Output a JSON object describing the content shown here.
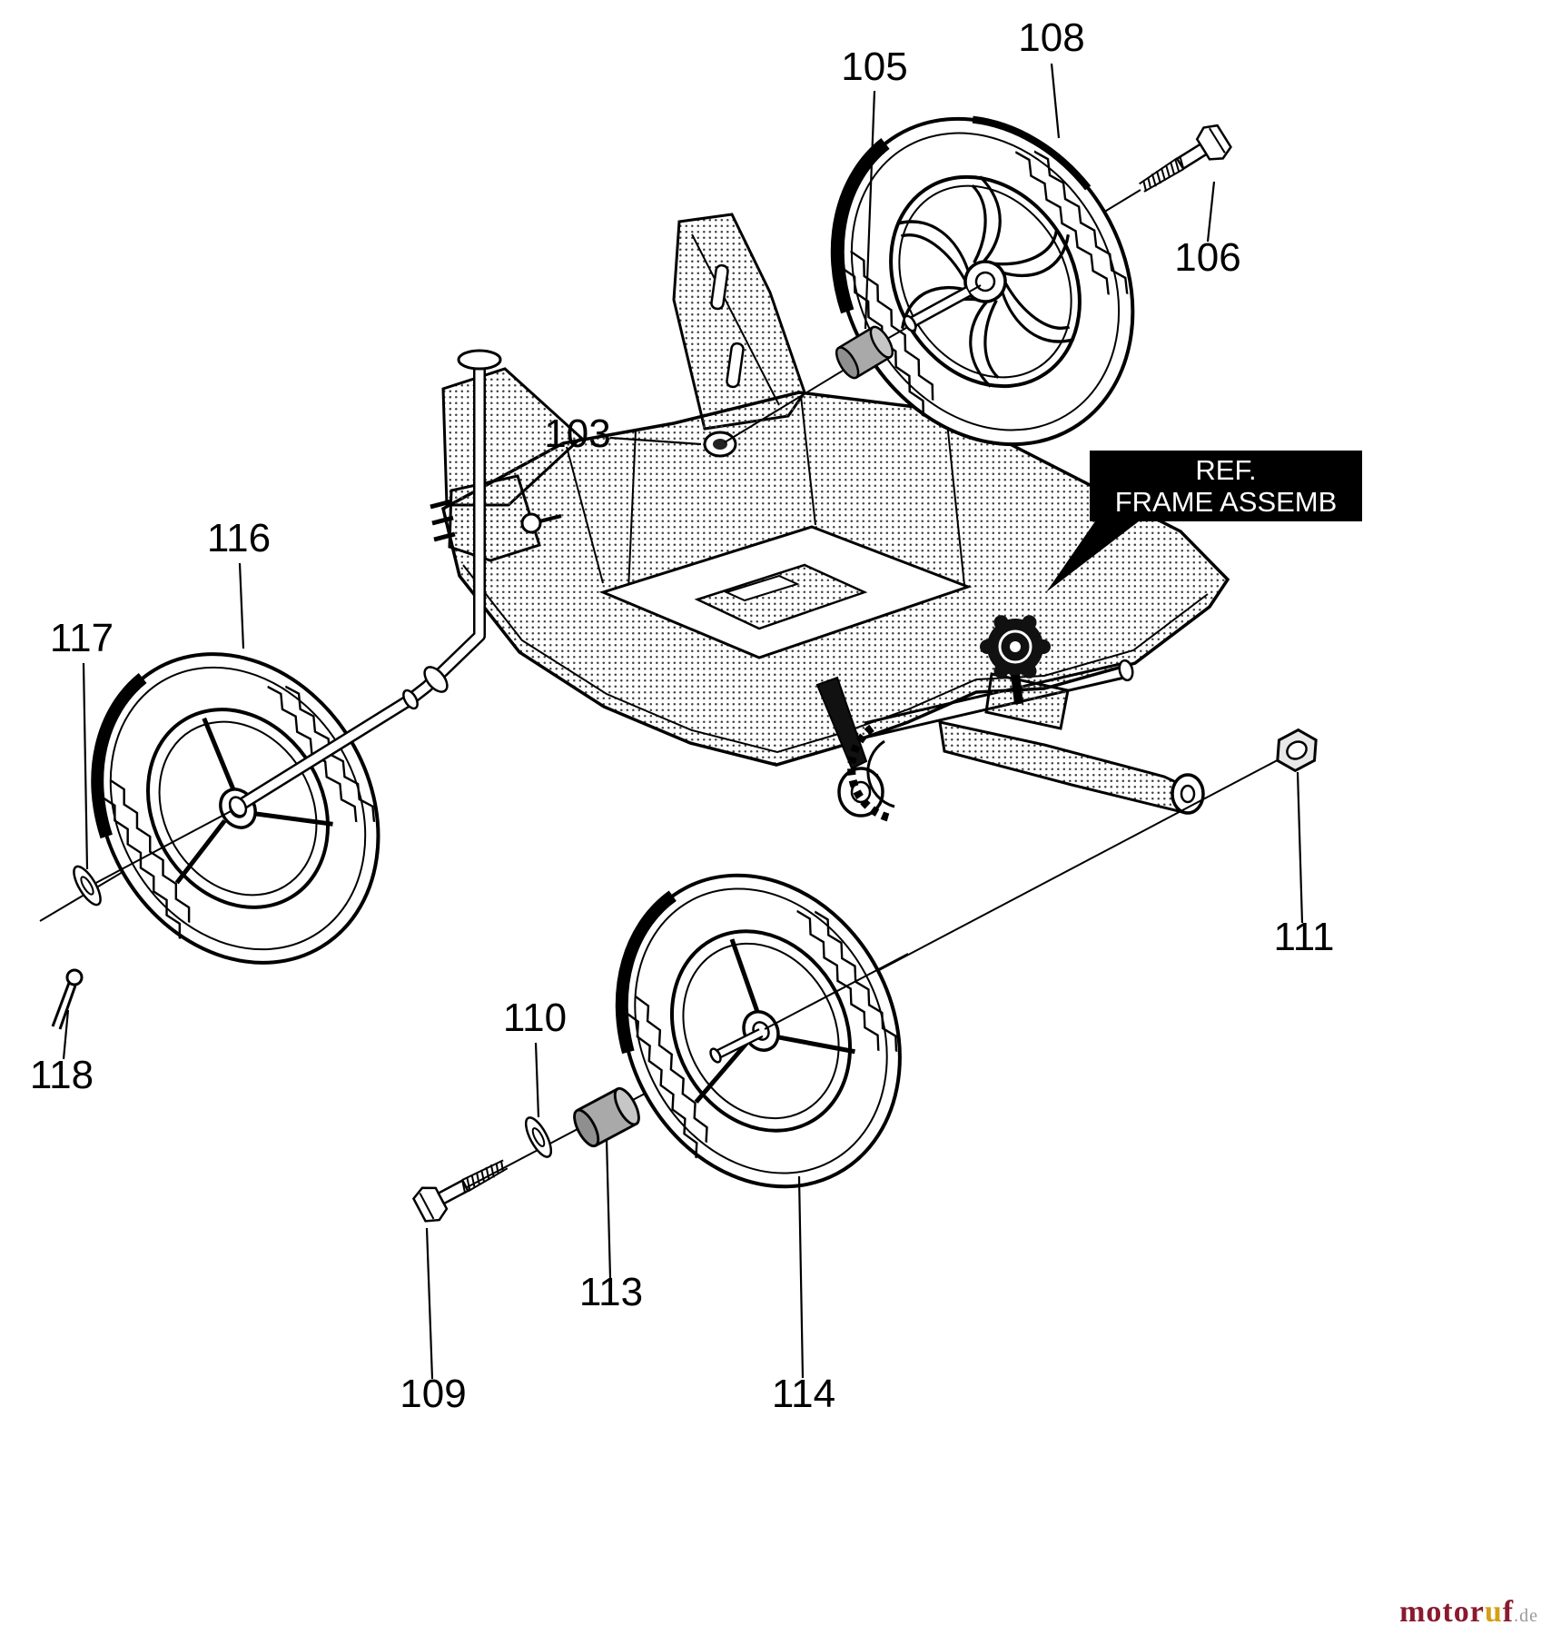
{
  "diagram": {
    "type": "exploded-parts-diagram",
    "subject": "wheel-and-frame-assembly",
    "ref_label": {
      "line1": "REF.",
      "line2": "FRAME ASSEMB"
    },
    "part_numbers": {
      "p103": "103",
      "p105": "105",
      "p106": "106",
      "p108": "108",
      "p109": "109",
      "p110": "110",
      "p111": "111",
      "p113": "113",
      "p114": "114",
      "p116": "116",
      "p117": "117",
      "p118": "118"
    }
  },
  "watermark": {
    "brand_pre": "motor",
    "brand_mid": "u",
    "brand_post": "f",
    "suffix": ".de"
  },
  "colors": {
    "ink": "#000000",
    "ref_box_bg": "#000000",
    "ref_box_text": "#ffffff",
    "brand_red": "#8a1a2e",
    "brand_gold": "#d4a017",
    "suffix_gray": "#999999"
  }
}
